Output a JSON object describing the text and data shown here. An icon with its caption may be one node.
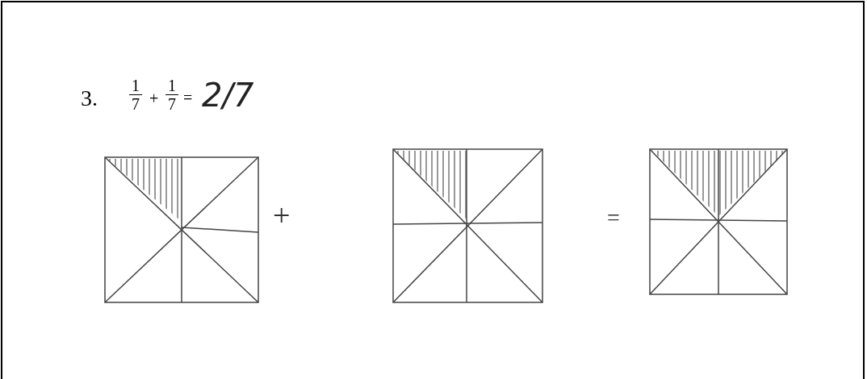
{
  "diagram": {
    "labels": [
      "3.",
      "1",
      "7",
      "+",
      "1",
      "7",
      "=",
      "2/7",
      "+",
      "="
    ]
  }
}
